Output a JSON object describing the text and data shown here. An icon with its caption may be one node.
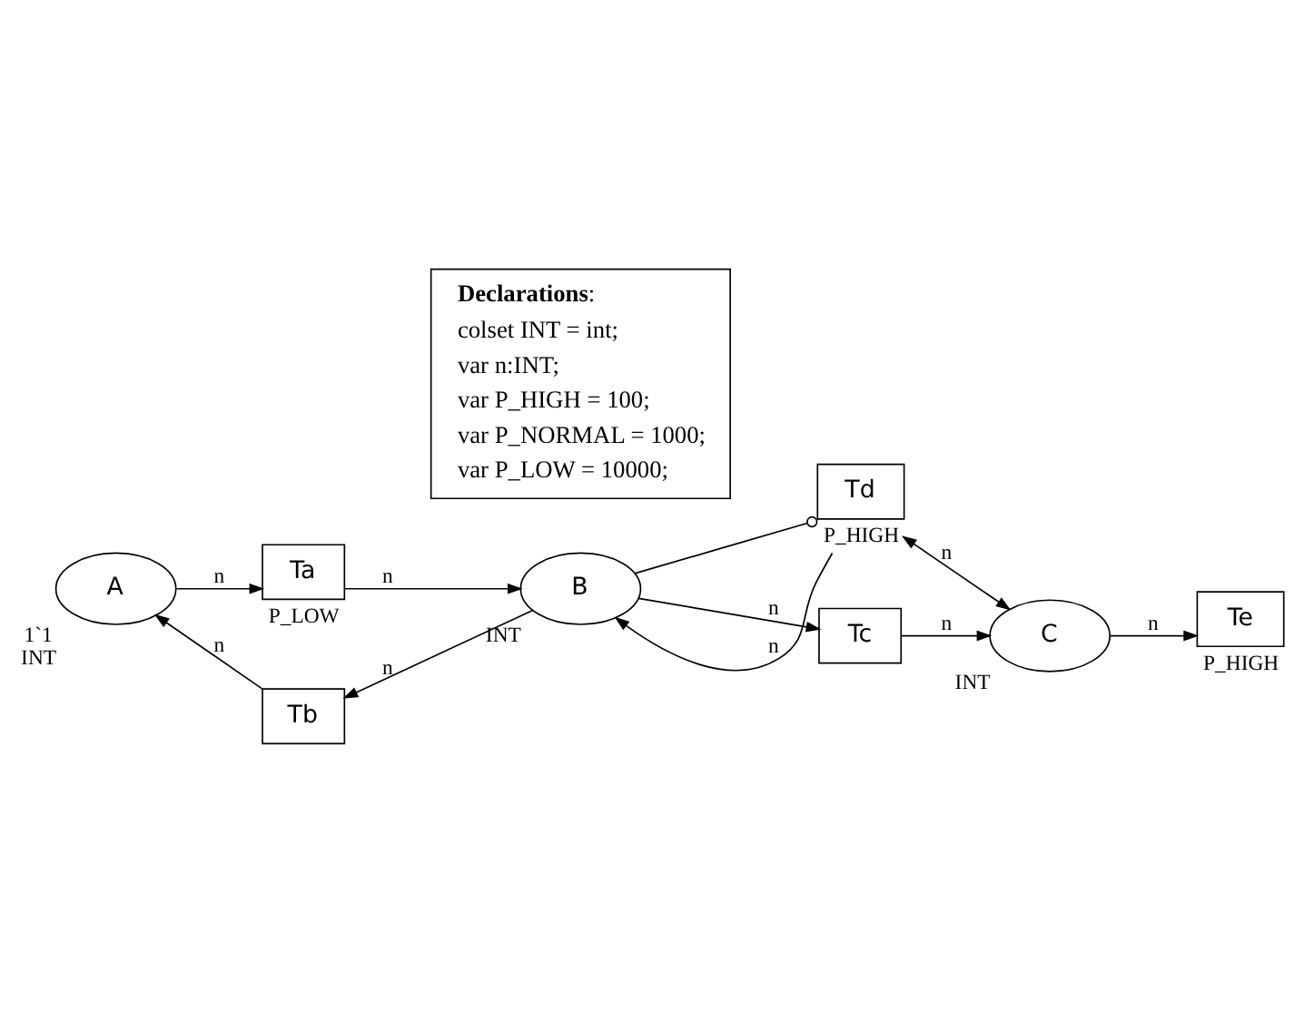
{
  "diagram": {
    "nodes": [
      {
        "text": [
          "A"
        ],
        "beside": [
          "1`1",
          "INT"
        ]
      },
      {
        "text": [
          "B"
        ],
        "beside": [
          "INT"
        ]
      },
      {
        "text": [
          "C"
        ],
        "beside": [
          "INT"
        ]
      },
      {
        "text": [
          "Ta"
        ],
        "beside": [
          "P_LOW"
        ]
      },
      {
        "text": [
          "Tb"
        ]
      },
      {
        "text": [
          "Tc"
        ]
      },
      {
        "text": [
          "Td"
        ],
        "beside": [
          "P_HIGH"
        ]
      },
      {
        "text": [
          "Te"
        ],
        "beside": [
          "P_HIGH"
        ]
      },
      {
        "text": [
          "**Declarations**:",
          "colset INT = int;",
          "var n:INT;",
          "var P_HIGH = 100;",
          "var P_NORMAL = 1000;",
          "var P_LOW = 10000;"
        ]
      }
    ],
    "edges": [
      {
        "from": 0,
        "to": 3,
        "arrow": "to",
        "label": "n"
      },
      {
        "from": 3,
        "to": 1,
        "arrow": "to",
        "label": "n"
      },
      {
        "from": 6,
        "to": 1,
        "arrow": "to",
        "label": "n"
      },
      {
        "from": 1,
        "to": 6,
        "arrow": "other"
      },
      {
        "from": 2,
        "to": 6,
        "arrow": "both",
        "label": "n"
      },
      {
        "from": 2,
        "to": 7,
        "arrow": "to",
        "label": "n"
      },
      {
        "from": 1,
        "to": 4,
        "arrow": "to",
        "label": "n"
      },
      {
        "from": 4,
        "to": 0,
        "arrow": "to",
        "label": "n"
      },
      {
        "from": 1,
        "to": 5,
        "arrow": "to",
        "label": "n"
      },
      {
        "from": 5,
        "to": 2,
        "arrow": "to",
        "label": "n"
      }
    ]
  }
}
